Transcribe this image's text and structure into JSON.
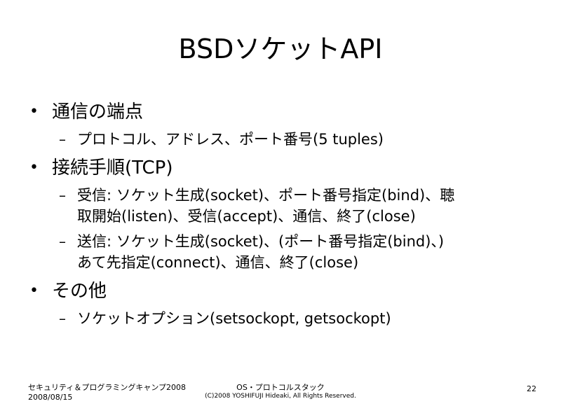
{
  "slide": {
    "title": "BSDソケットAPI",
    "bullets": [
      {
        "text": "通信の端点",
        "subs": [
          {
            "lines": [
              "プロトコル、アドレス、ポート番号(5 tuples)"
            ]
          }
        ]
      },
      {
        "text": "接続手順(TCP)",
        "subs": [
          {
            "lines": [
              "受信: ソケット生成(socket)、ポート番号指定(bind)、聴",
              "取開始(listen)、受信(accept)、通信、終了(close)"
            ]
          },
          {
            "lines": [
              "送信: ソケット生成(socket)、(ポート番号指定(bind)、)",
              "あて先指定(connect)、通信、終了(close)"
            ]
          }
        ]
      },
      {
        "text": "その他",
        "subs": [
          {
            "lines": [
              "ソケットオプション(setsockopt, getsockopt)"
            ]
          }
        ]
      }
    ],
    "bullet_glyph": "•",
    "dash_glyph": "–"
  },
  "footer": {
    "left_line1": "セキュリティ＆プログラミングキャンプ2008",
    "left_line2": "2008/08/15",
    "center_line1": "OS・プロトコルスタック",
    "center_line2": "(C)2008 YOSHIFUJI Hideaki, All Rights Reserved.",
    "page_number": "22"
  }
}
